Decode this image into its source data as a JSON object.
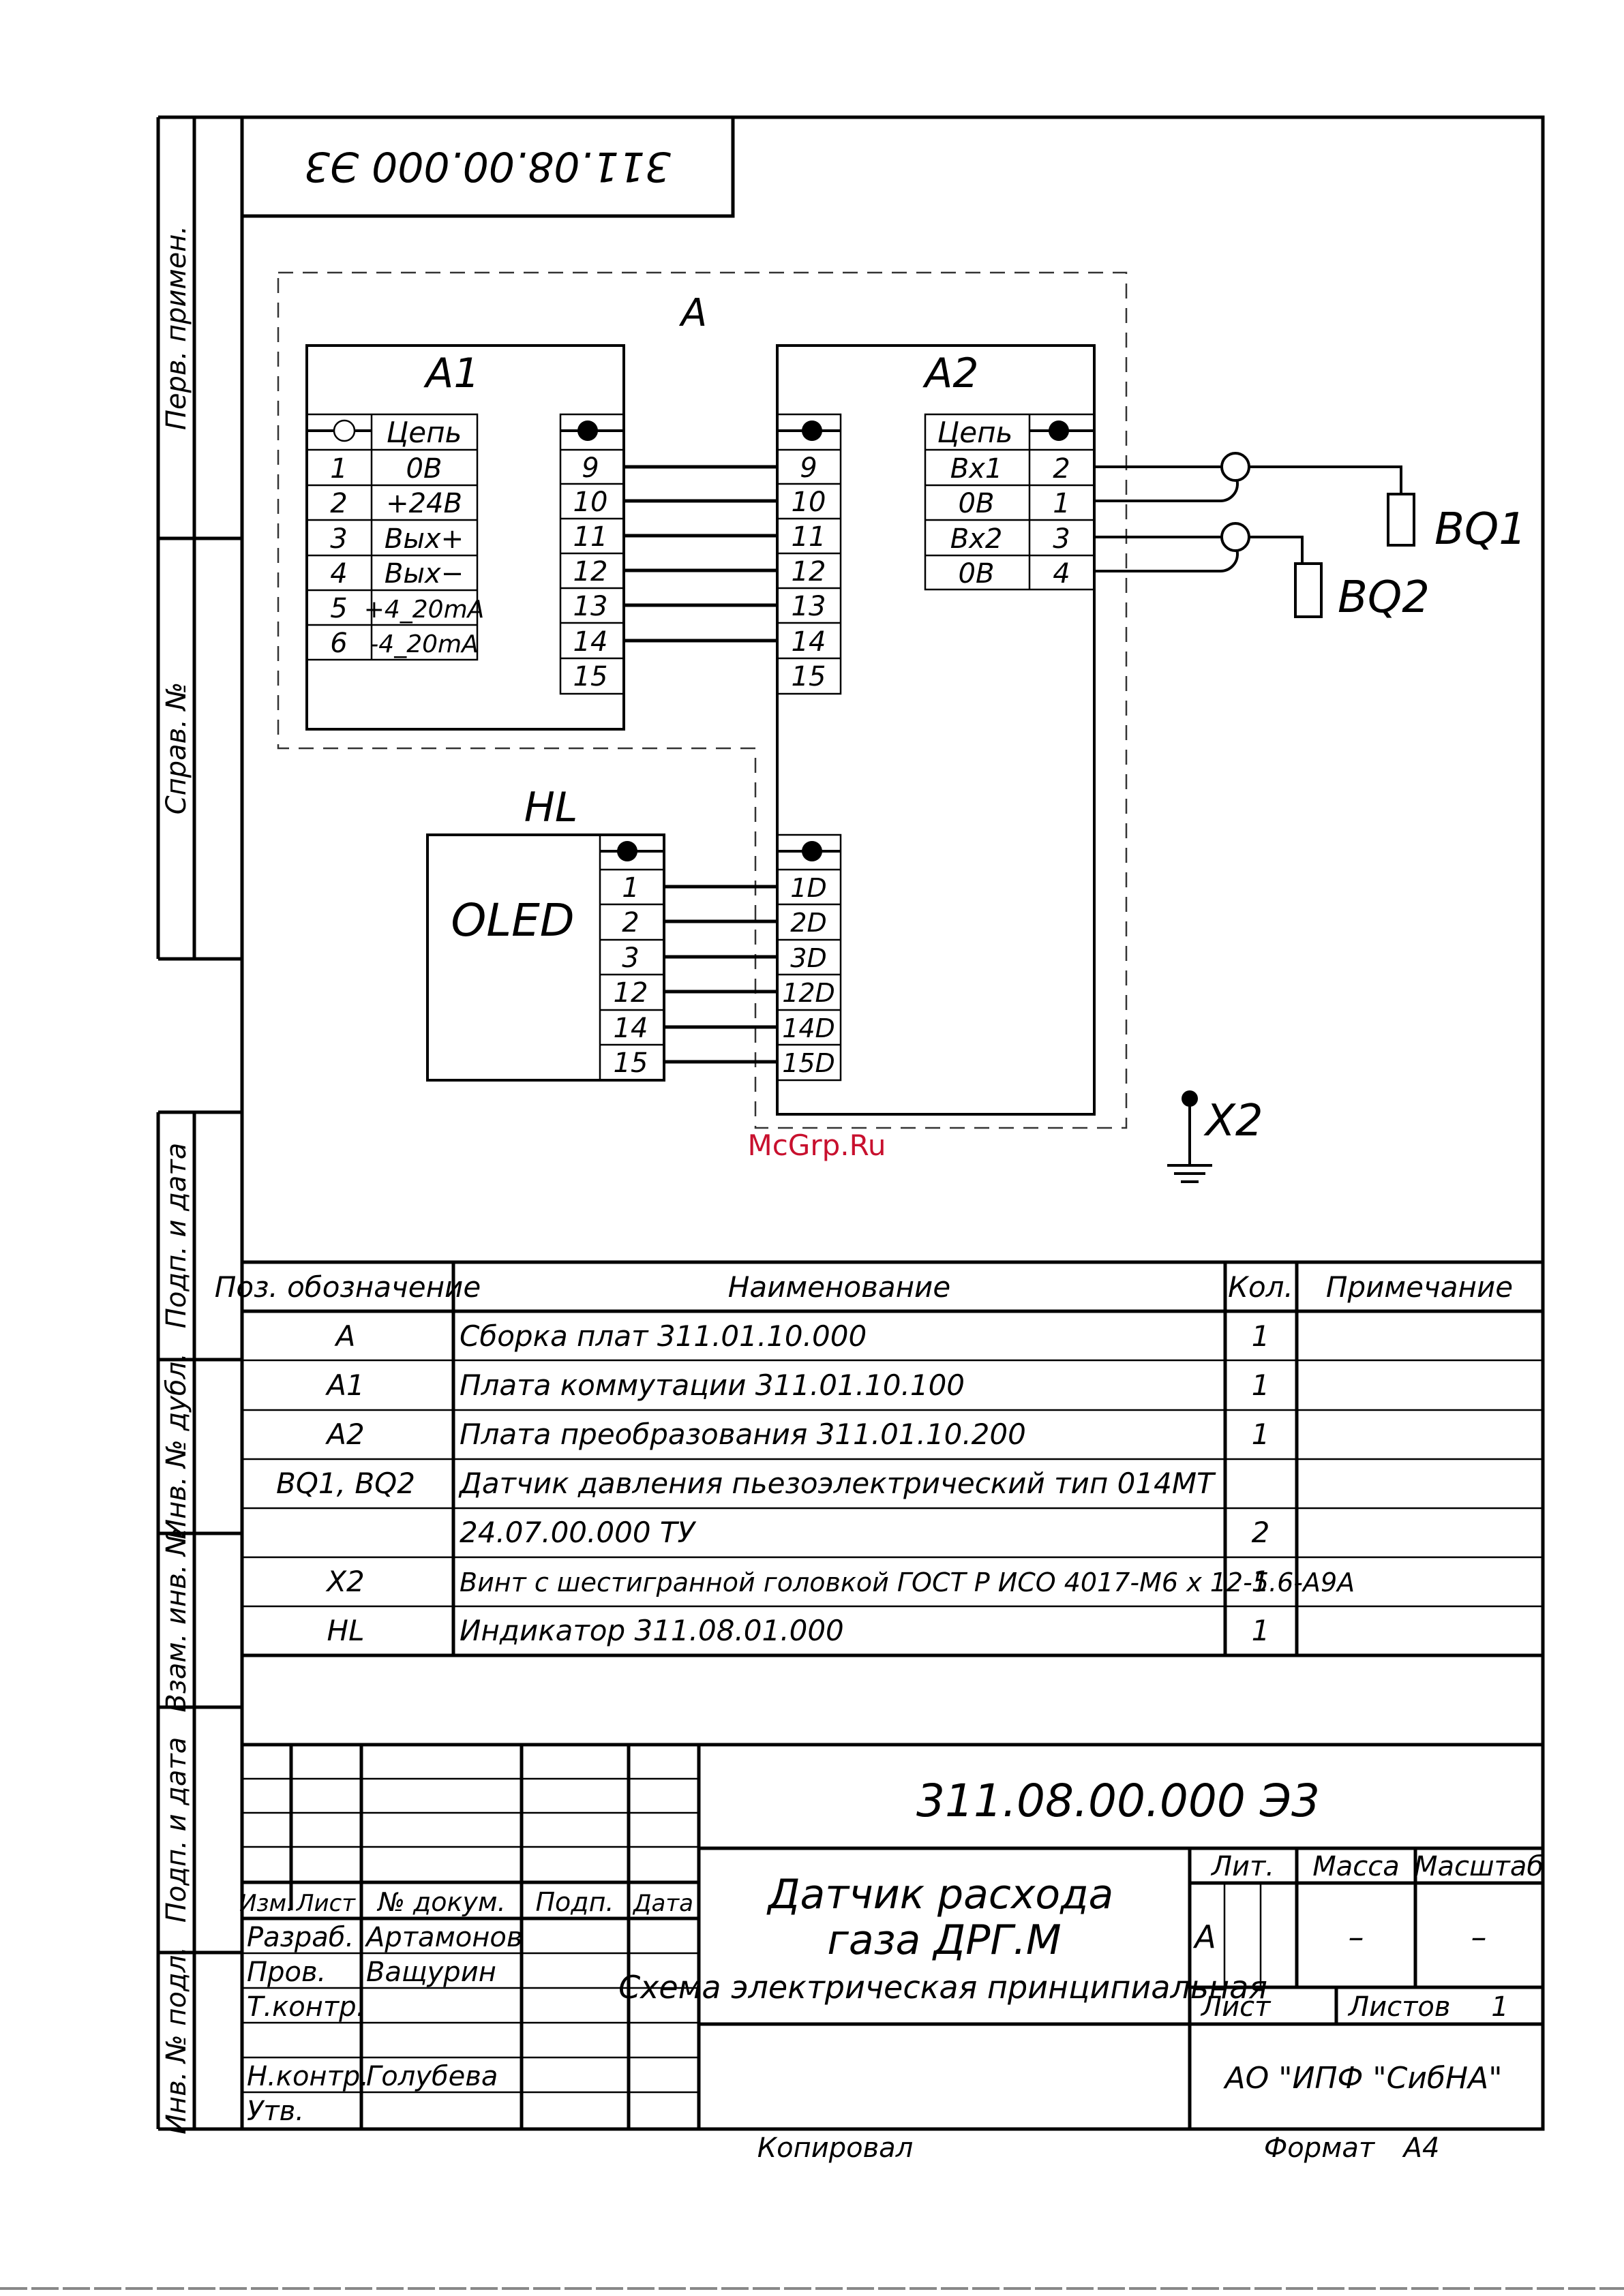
{
  "sheet": {
    "doc_code": "311.08.00.000 Э3",
    "doc_code_rotated": "311.08.00.000 Э3",
    "left_strip": [
      "Перв. примен.",
      "Справ. №",
      "Подп. и дата",
      "Инв. № дубл.",
      "Взам. инв. №",
      "Подп. и дата",
      "Инв. № подл."
    ],
    "watermark": "McGrp.Ru",
    "bottom_copied": "Копировал",
    "bottom_format_label": "Формат",
    "bottom_format_value": "А4"
  },
  "schematic": {
    "group_label": "A",
    "a1": {
      "label": "A1",
      "left_header": "Цепь",
      "left_rows": [
        {
          "n": "1",
          "c": "0В"
        },
        {
          "n": "2",
          "c": "+24В"
        },
        {
          "n": "3",
          "c": "Вых+"
        },
        {
          "n": "4",
          "c": "Вых−"
        },
        {
          "n": "5",
          "c": "+4_20mA"
        },
        {
          "n": "6",
          "c": "-4_20mA"
        }
      ],
      "right_pins": [
        "9",
        "10",
        "11",
        "12",
        "13",
        "14",
        "15"
      ]
    },
    "a2": {
      "label": "A2",
      "left_pins": [
        "9",
        "10",
        "11",
        "12",
        "13",
        "14",
        "15"
      ],
      "right_header": "Цепь",
      "right_rows": [
        {
          "c": "Вх1",
          "n": "2"
        },
        {
          "c": "0В",
          "n": "1"
        },
        {
          "c": "Вх2",
          "n": "3"
        },
        {
          "c": "0В",
          "n": "4"
        }
      ],
      "lower_pins": [
        "1D",
        "2D",
        "3D",
        "12D",
        "14D",
        "15D"
      ]
    },
    "hl": {
      "label": "HL",
      "body_text": "OLED",
      "pins": [
        "1",
        "2",
        "3",
        "12",
        "14",
        "15"
      ]
    },
    "bq1": "BQ1",
    "bq2": "BQ2",
    "x2": "X2"
  },
  "parts_list": {
    "headers": [
      "Поз. обозначение",
      "Наименование",
      "Кол.",
      "Примечание"
    ],
    "rows": [
      {
        "pos": "A",
        "name": "Сборка плат 311.01.10.000",
        "qty": "1",
        "note": ""
      },
      {
        "pos": "A1",
        "name": "Плата коммутации 311.01.10.100",
        "qty": "1",
        "note": ""
      },
      {
        "pos": "A2",
        "name": "Плата преобразования 311.01.10.200",
        "qty": "1",
        "note": ""
      },
      {
        "pos": "BQ1, BQ2",
        "name": "Датчик давления пьезоэлектрический тип 014МТ",
        "qty": "",
        "note": ""
      },
      {
        "pos": "",
        "name": "24.07.00.000 ТУ",
        "qty": "2",
        "note": ""
      },
      {
        "pos": "X2",
        "name": "Винт с шестигранной головкой ГОСТ Р ИСО 4017-М6 х 12-5.6-А9А",
        "qty": "1",
        "note": ""
      },
      {
        "pos": "HL",
        "name": "Индикатор 311.08.01.000",
        "qty": "1",
        "note": ""
      }
    ]
  },
  "title_block": {
    "doc_code": "311.08.00.000 Э3",
    "col_headers": [
      "Изм.",
      "Лист",
      "№ докум.",
      "Подп.",
      "Дата"
    ],
    "roles": [
      {
        "role": "Разраб.",
        "name": "Артамонов"
      },
      {
        "role": "Пров.",
        "name": "Ващурин"
      },
      {
        "role": "Т.контр.",
        "name": ""
      },
      {
        "role": "",
        "name": ""
      },
      {
        "role": "Н.контр.",
        "name": "Голубева"
      },
      {
        "role": "Утв.",
        "name": ""
      }
    ],
    "title_line1": "Датчик расхода",
    "title_line2": "газа ДРГ.М",
    "title_line3": "Схема электрическая принципиальная",
    "lit_label": "Лит.",
    "mass_label": "Масса",
    "scale_label": "Масштаб",
    "lit_value": "А",
    "mass_value": "–",
    "scale_value": "–",
    "sheet_label": "Лист",
    "sheets_label": "Листов",
    "sheets_value": "1",
    "org": "АО \"ИПФ \"СибНА\""
  }
}
